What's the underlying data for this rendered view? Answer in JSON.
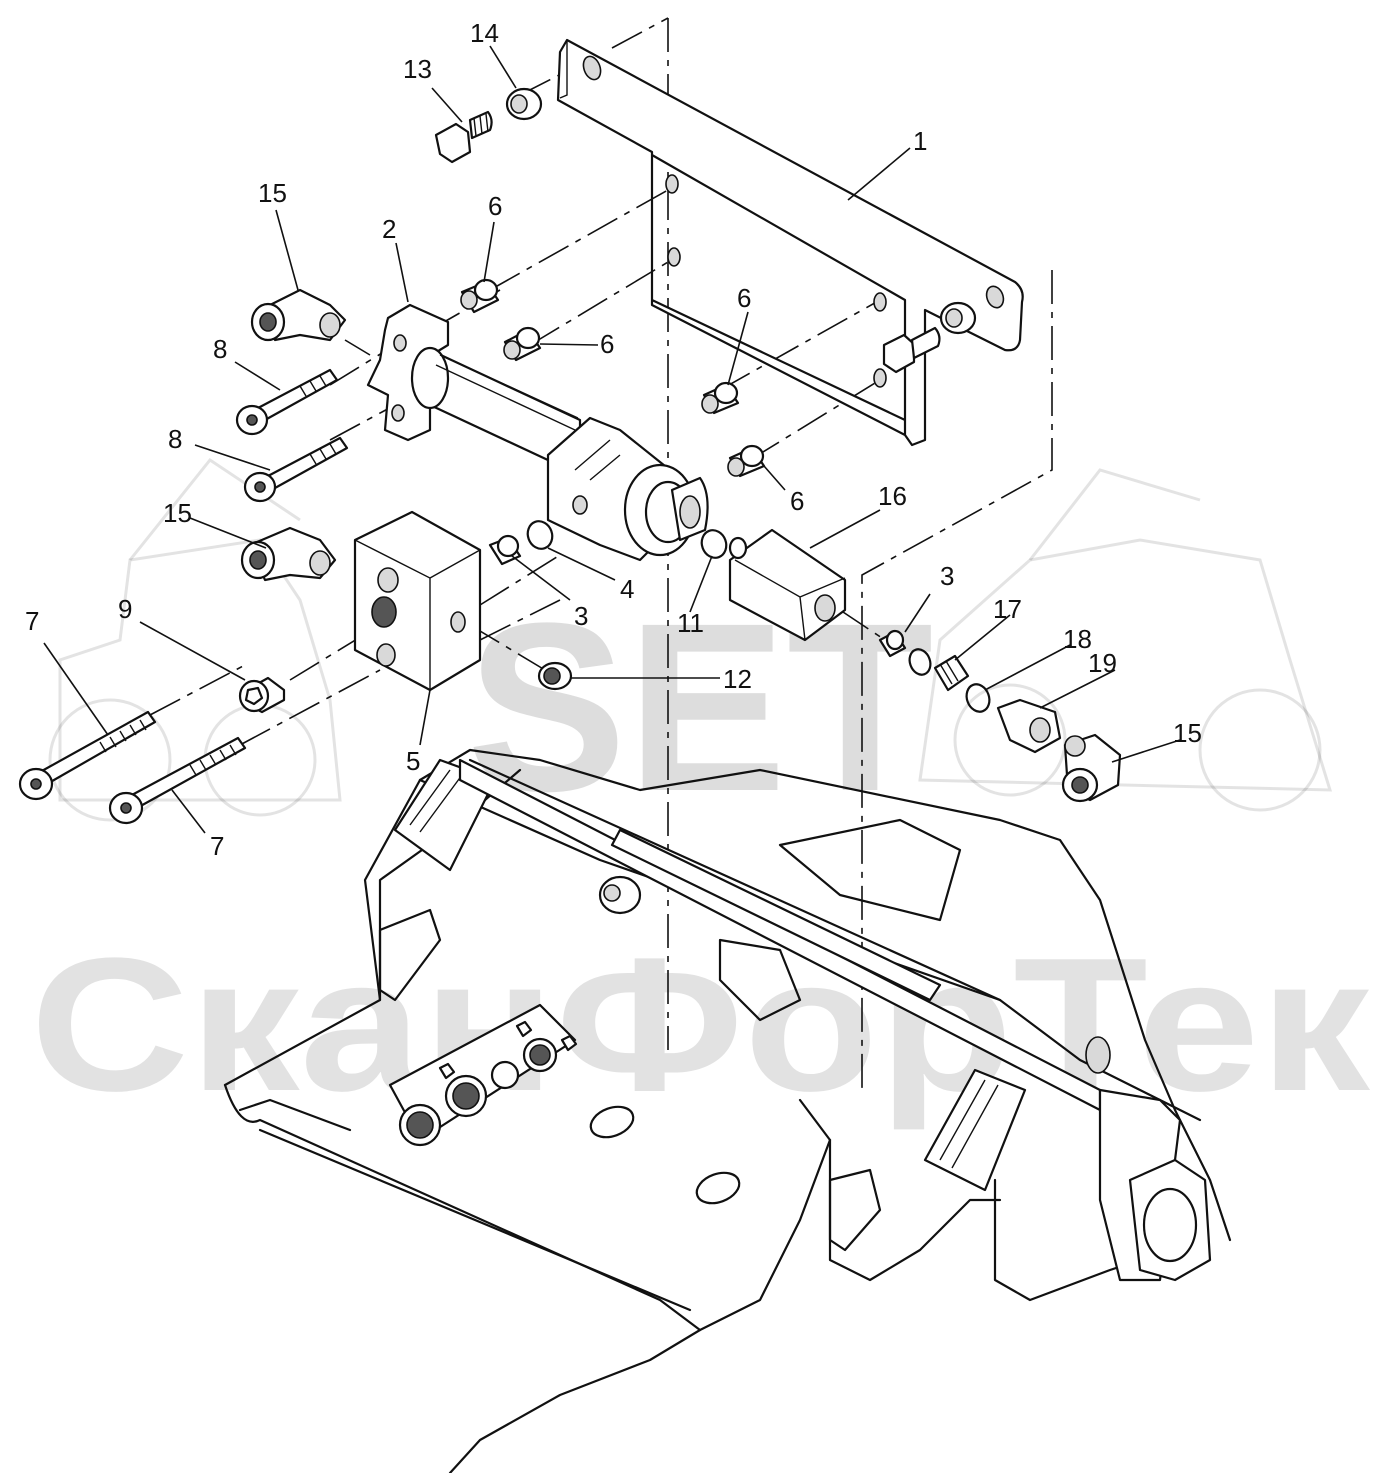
{
  "diagram": {
    "callouts": [
      {
        "id": "c1",
        "text": "1"
      },
      {
        "id": "c2",
        "text": "2"
      },
      {
        "id": "c3a",
        "text": "3"
      },
      {
        "id": "c3b",
        "text": "3"
      },
      {
        "id": "c4",
        "text": "4"
      },
      {
        "id": "c5",
        "text": "5"
      },
      {
        "id": "c6a",
        "text": "6"
      },
      {
        "id": "c6b",
        "text": "6"
      },
      {
        "id": "c6c",
        "text": "6"
      },
      {
        "id": "c6d",
        "text": "6"
      },
      {
        "id": "c7a",
        "text": "7"
      },
      {
        "id": "c7b",
        "text": "7"
      },
      {
        "id": "c8a",
        "text": "8"
      },
      {
        "id": "c8b",
        "text": "8"
      },
      {
        "id": "c9",
        "text": "9"
      },
      {
        "id": "c11",
        "text": "11"
      },
      {
        "id": "c12",
        "text": "12"
      },
      {
        "id": "c13",
        "text": "13"
      },
      {
        "id": "c14",
        "text": "14"
      },
      {
        "id": "c15a",
        "text": "15"
      },
      {
        "id": "c15b",
        "text": "15"
      },
      {
        "id": "c15c",
        "text": "15"
      },
      {
        "id": "c16",
        "text": "16"
      },
      {
        "id": "c17",
        "text": "17"
      },
      {
        "id": "c18",
        "text": "18"
      },
      {
        "id": "c19",
        "text": "19"
      }
    ]
  },
  "watermark": {
    "logo_text": "SET",
    "company_text": "СканФорТек"
  }
}
